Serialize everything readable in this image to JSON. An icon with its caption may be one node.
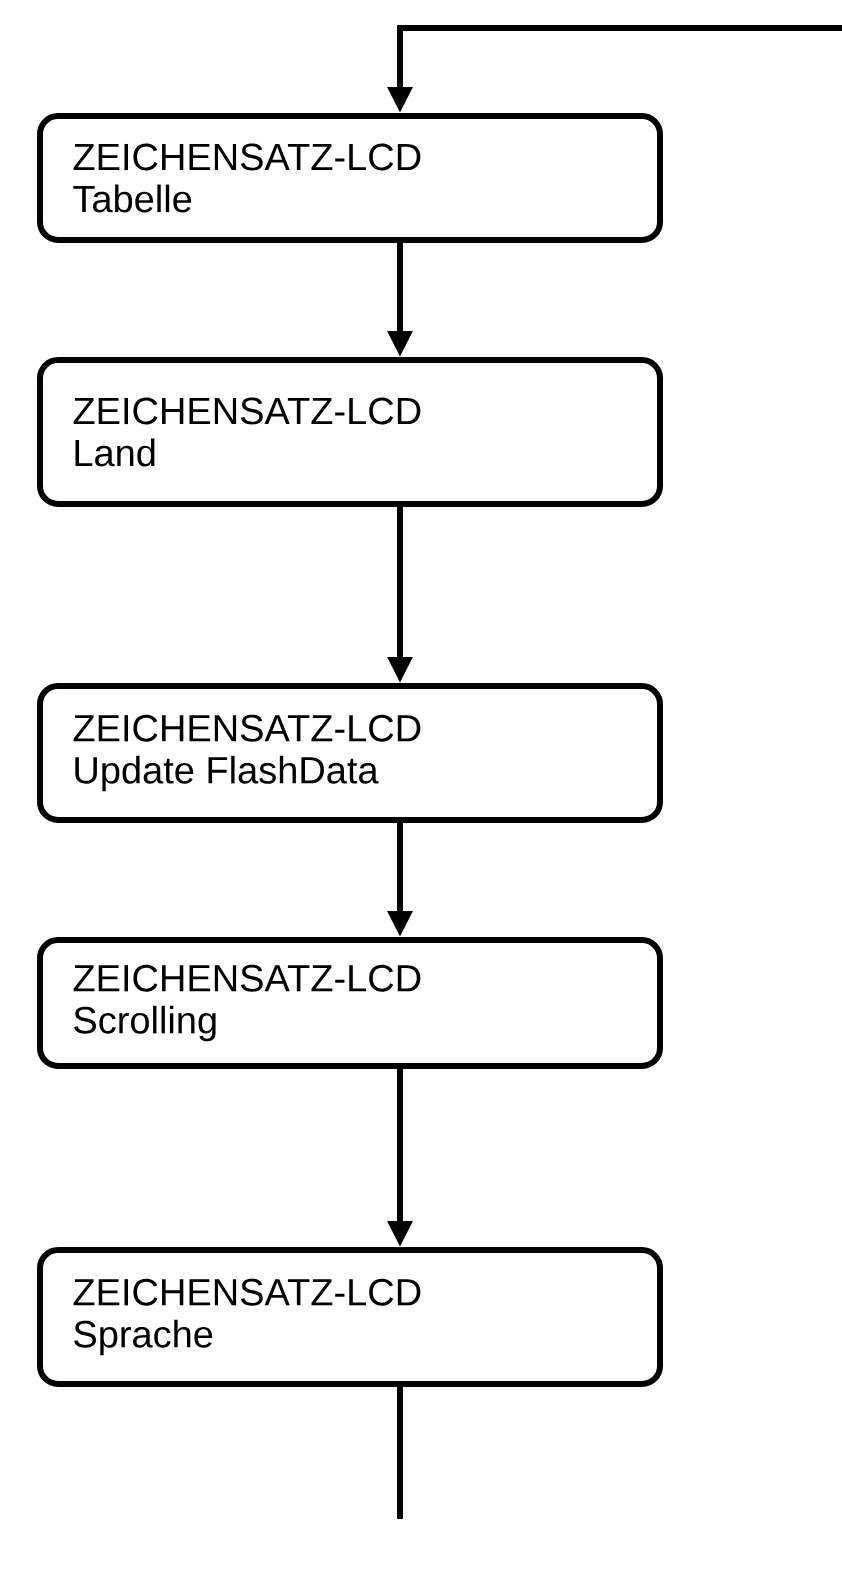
{
  "diagram": {
    "nodes": [
      {
        "text": [
          "ZEICHENSATZ-LCD",
          "Tabelle"
        ]
      },
      {
        "text": [
          "ZEICHENSATZ-LCD",
          "Land"
        ]
      },
      {
        "text": [
          "ZEICHENSATZ-LCD",
          "Update FlashData"
        ]
      },
      {
        "text": [
          "ZEICHENSATZ-LCD",
          "Scrolling"
        ]
      },
      {
        "text": [
          "ZEICHENSATZ-LCD",
          "Sprache"
        ]
      }
    ],
    "edges": [
      {
        "from": null,
        "to": 0,
        "arrow": "to"
      },
      {
        "from": 0,
        "to": 1,
        "arrow": "to"
      },
      {
        "from": 1,
        "to": 2,
        "arrow": "to"
      },
      {
        "from": 2,
        "to": 3,
        "arrow": "to"
      },
      {
        "from": 3,
        "to": 4,
        "arrow": "to"
      },
      {
        "from": 4,
        "to": null,
        "arrow": "none"
      }
    ]
  }
}
